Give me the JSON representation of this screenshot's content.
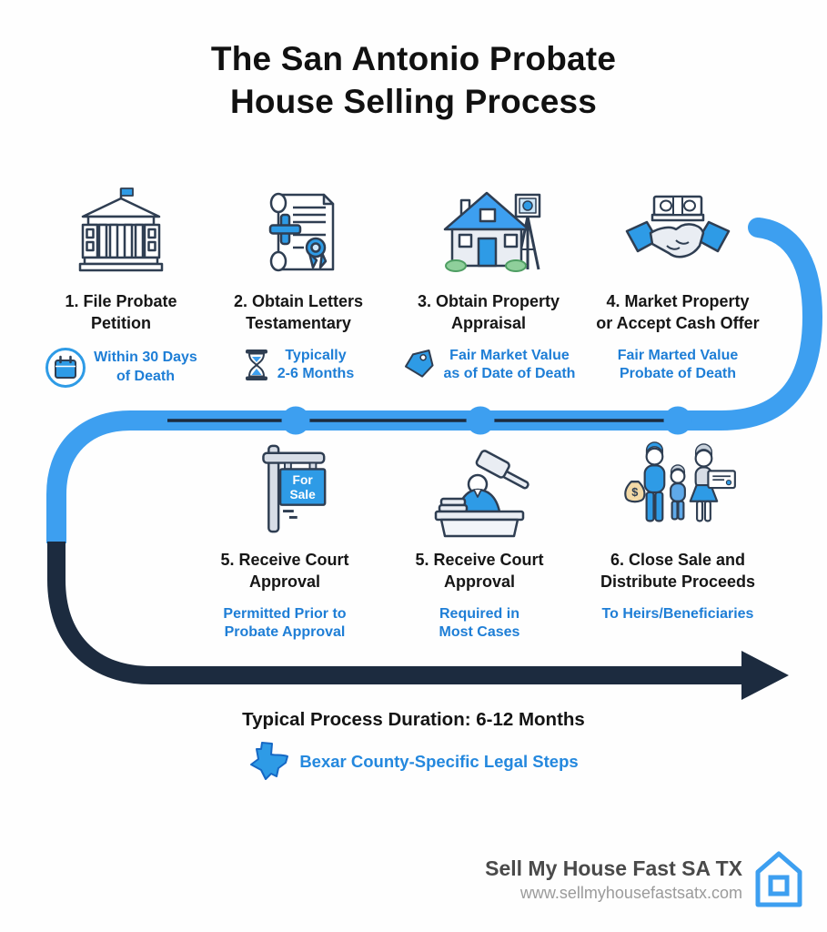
{
  "title": "The San Antonio Probate\nHouse Selling Process",
  "colors": {
    "path_blue": "#3d9ff0",
    "path_navy": "#1c2b3f",
    "caption_blue": "#1e7ed6",
    "icon_blue": "#2e9be6",
    "icon_outline": "#2f3e52",
    "title_black": "#111111",
    "footer_text": "#4a4a4a",
    "footer_url": "#9b9b9b"
  },
  "steps": [
    {
      "title": "1. File Probate\nPetition",
      "caption": "Within 30 Days\nof Death",
      "icon": "courthouse-icon",
      "caption_icon": "calendar-icon"
    },
    {
      "title": "2. Obtain Letters\nTestamentary",
      "caption": "Typically\n2-6 Months",
      "icon": "letters-document-icon",
      "caption_icon": "hourglass-icon"
    },
    {
      "title": "3. Obtain Property\nAppraisal",
      "caption": "Fair Market Value\nas of Date of Death",
      "icon": "house-appraisal-icon",
      "caption_icon": "price-tag-icon"
    },
    {
      "title": "4. Market Property\nor Accept Cash Offer",
      "caption": "Fair Marted Value\nProbate of Death",
      "icon": "handshake-cash-icon",
      "caption_icon": ""
    },
    {
      "title": "5. Receive Court\nApproval",
      "caption": "Permitted Prior to\nProbate Approval",
      "icon": "for-sale-sign-icon",
      "caption_icon": ""
    },
    {
      "title": "5. Receive Court\nApproval",
      "caption": "Required in\nMost Cases",
      "icon": "judge-gavel-icon",
      "caption_icon": ""
    },
    {
      "title": "6. Close Sale and\nDistribute Proceeds",
      "caption": "To Heirs/Beneficiaries",
      "icon": "family-proceeds-icon",
      "caption_icon": ""
    }
  ],
  "for_sale_sign": {
    "line1": "For",
    "line2": "Sale"
  },
  "money_bag_symbol": "$",
  "bottom": {
    "duration": "Typical Process Duration: 6-12 Months",
    "county_note": "Bexar County-Specific Legal Steps",
    "county_icon": "texas-icon"
  },
  "footer": {
    "brand": "Sell My House Fast SA TX",
    "url": "www.sellmyhousefastsatx.com",
    "logo_icon": "house-outline-icon"
  }
}
